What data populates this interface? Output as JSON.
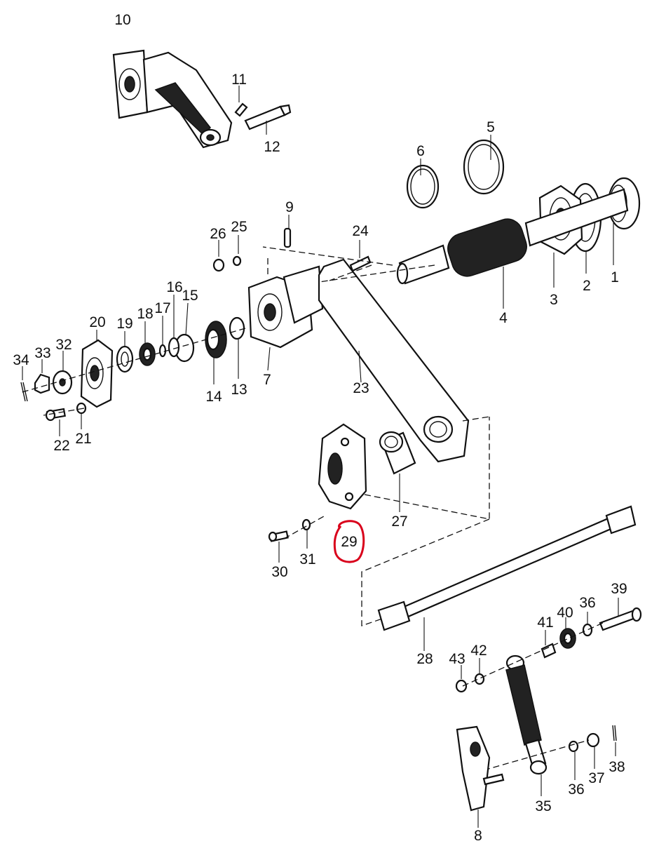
{
  "diagram": {
    "labels": [
      "10",
      "11",
      "12",
      "9",
      "26",
      "25",
      "24",
      "6",
      "5",
      "1",
      "2",
      "3",
      "4",
      "16",
      "15",
      "17",
      "18",
      "19",
      "20",
      "32",
      "33",
      "34",
      "14",
      "13",
      "7",
      "23",
      "22",
      "21",
      "27",
      "29",
      "30",
      "31",
      "39",
      "36",
      "40",
      "41",
      "28",
      "43",
      "42",
      "8",
      "35",
      "36",
      "37",
      "38"
    ],
    "highlight": {
      "label": "29",
      "color": "#d9001b"
    }
  }
}
